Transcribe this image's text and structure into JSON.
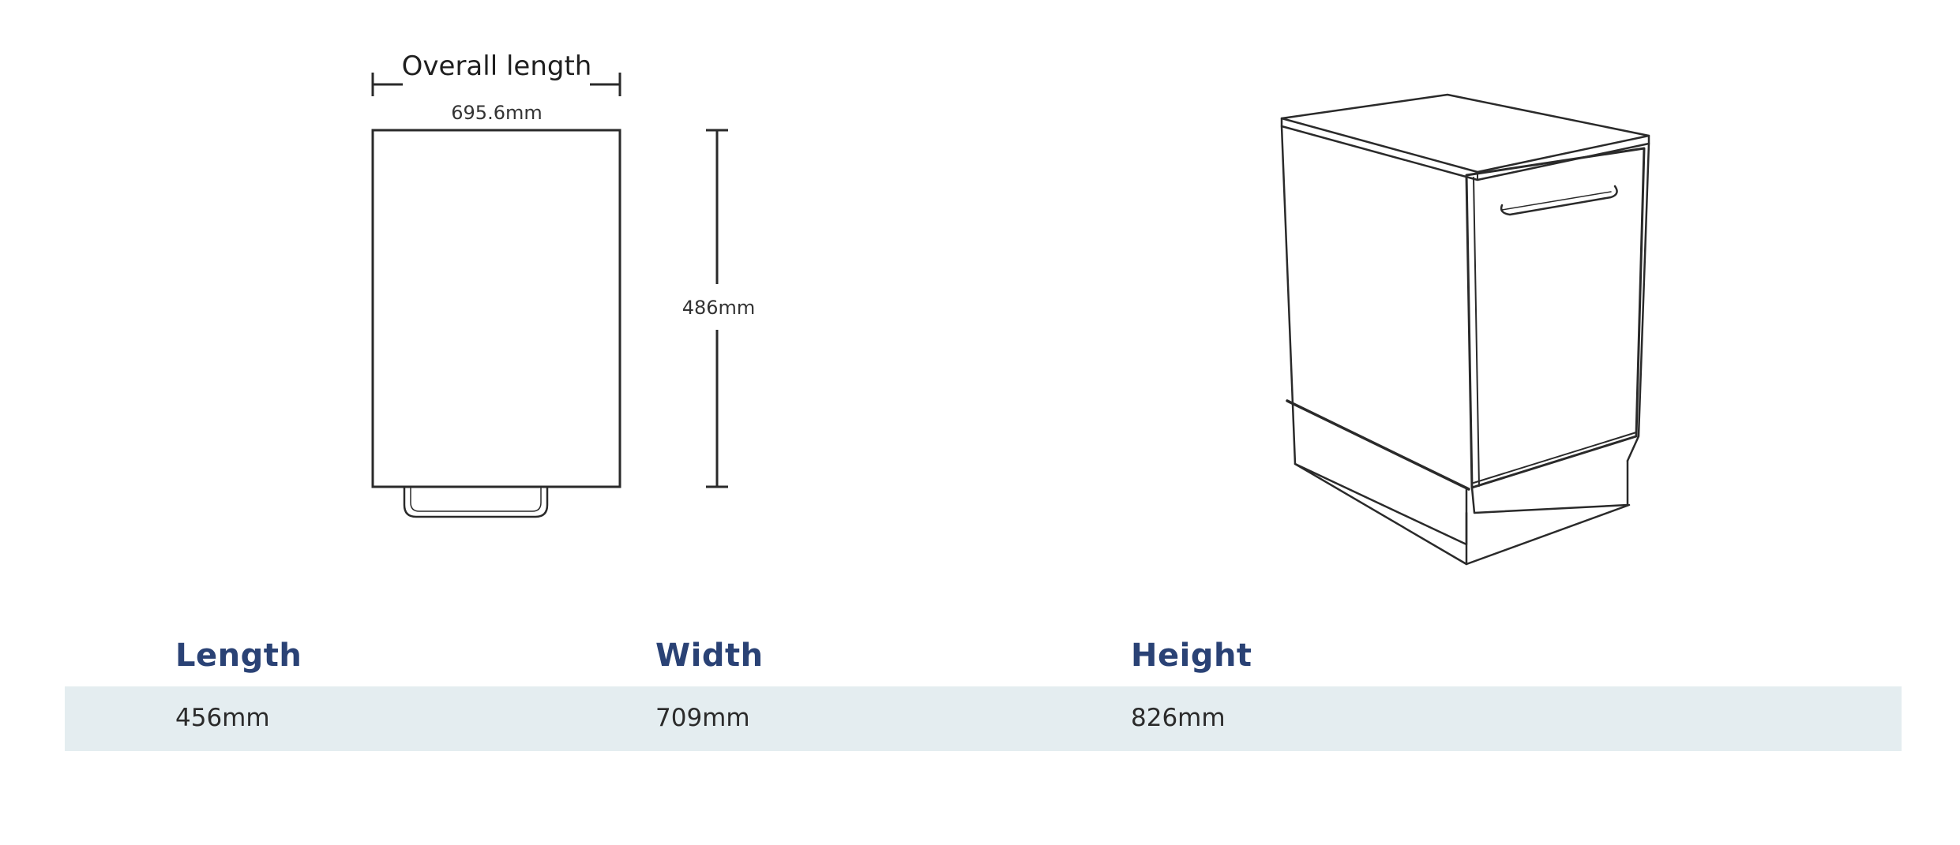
{
  "front_view": {
    "caption": "Overall length",
    "width_label": "695.6mm",
    "height_label": "486mm"
  },
  "specs": {
    "headers": [
      "Length",
      "Width",
      "Height"
    ],
    "values": [
      "456mm",
      "709mm",
      "826mm"
    ]
  },
  "colors": {
    "header_text": "#2a4275",
    "row_background": "#e4edf0",
    "line": "#2a2a2a"
  }
}
